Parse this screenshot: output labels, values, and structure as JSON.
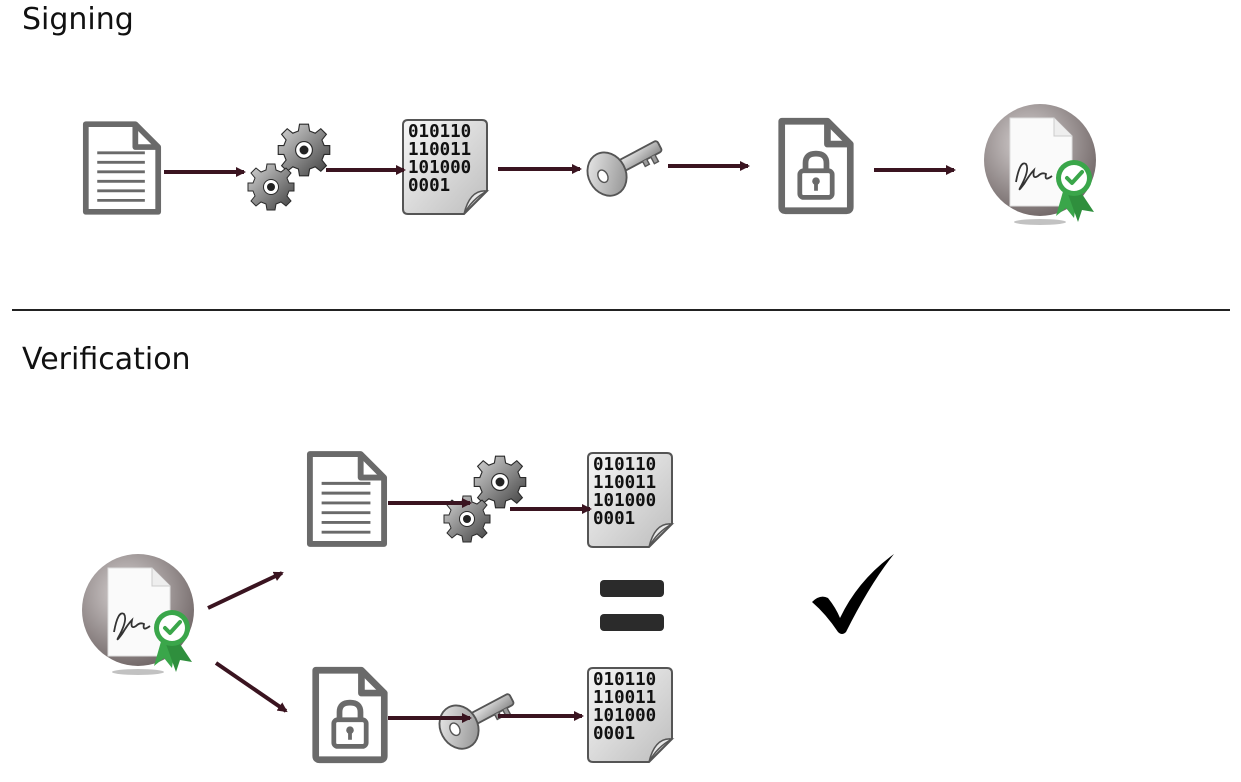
{
  "signing": {
    "title": "Signing",
    "binary": [
      "010110",
      "110011",
      "101000",
      "0001"
    ]
  },
  "verification": {
    "title": "Verification",
    "binary_top": [
      "010110",
      "110011",
      "101000",
      "0001"
    ],
    "binary_bottom": [
      "010110",
      "110011",
      "101000",
      "0001"
    ]
  },
  "colors": {
    "arrow": "#3a1420",
    "icon_gray": "#666666",
    "badge_green": "#3aa64a"
  },
  "icons": [
    "document-icon",
    "gears-icon",
    "binary-hash-icon",
    "key-icon",
    "locked-file-icon",
    "signed-document-icon",
    "equals-icon",
    "checkmark-icon"
  ]
}
